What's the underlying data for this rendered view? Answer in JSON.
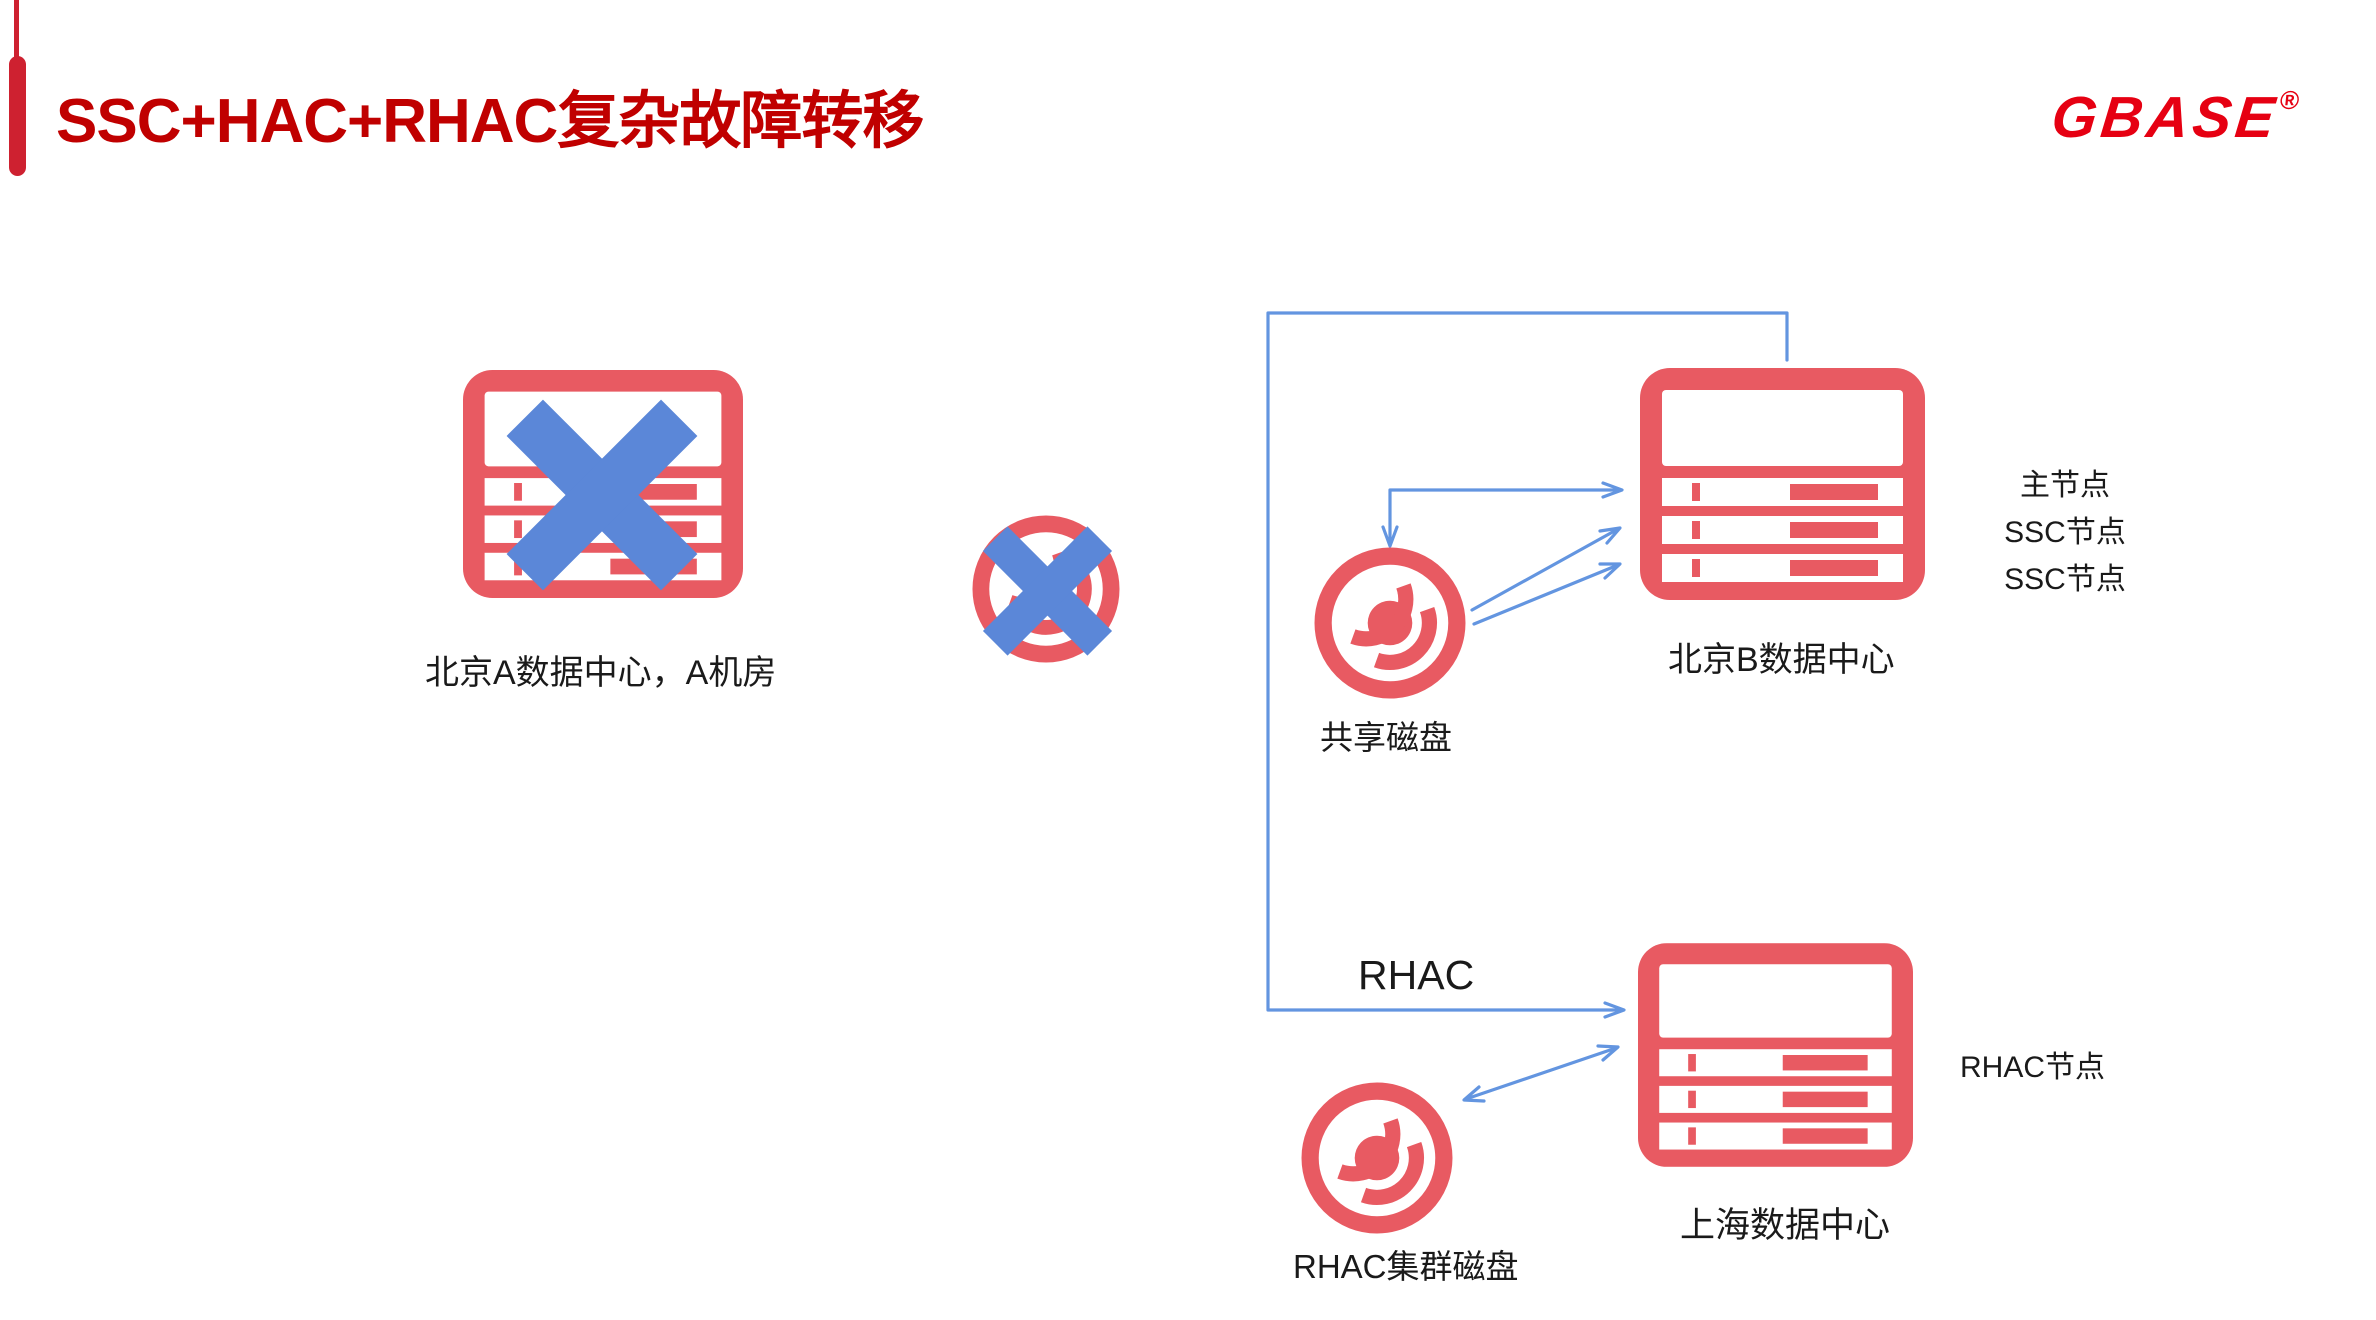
{
  "slide": {
    "title": "SSC+HAC+RHAC复杂故障转移",
    "logo": {
      "text": "GBASE",
      "registered": "®"
    }
  },
  "diagram": {
    "datacenter_a": {
      "label": "北京A数据中心，A机房",
      "status": "failed"
    },
    "failed_disk": {
      "status": "failed"
    },
    "shared_disk": {
      "label": "共享磁盘"
    },
    "datacenter_b": {
      "label": "北京B数据中心",
      "roles": [
        "主节点",
        "SSC节点",
        "SSC节点"
      ]
    },
    "rhac_link_label": "RHAC",
    "shanghai_dc": {
      "label": "上海数据中心",
      "role": "RHAC节点"
    },
    "rhac_disk": {
      "label": "RHAC集群磁盘"
    }
  },
  "colors": {
    "title_red": "#c00000",
    "logo_red": "#e60012",
    "icon_red": "#e85a62",
    "cross_blue": "#5b87d8",
    "connector_blue": "#6395e0",
    "accent_red": "#ce2130"
  }
}
